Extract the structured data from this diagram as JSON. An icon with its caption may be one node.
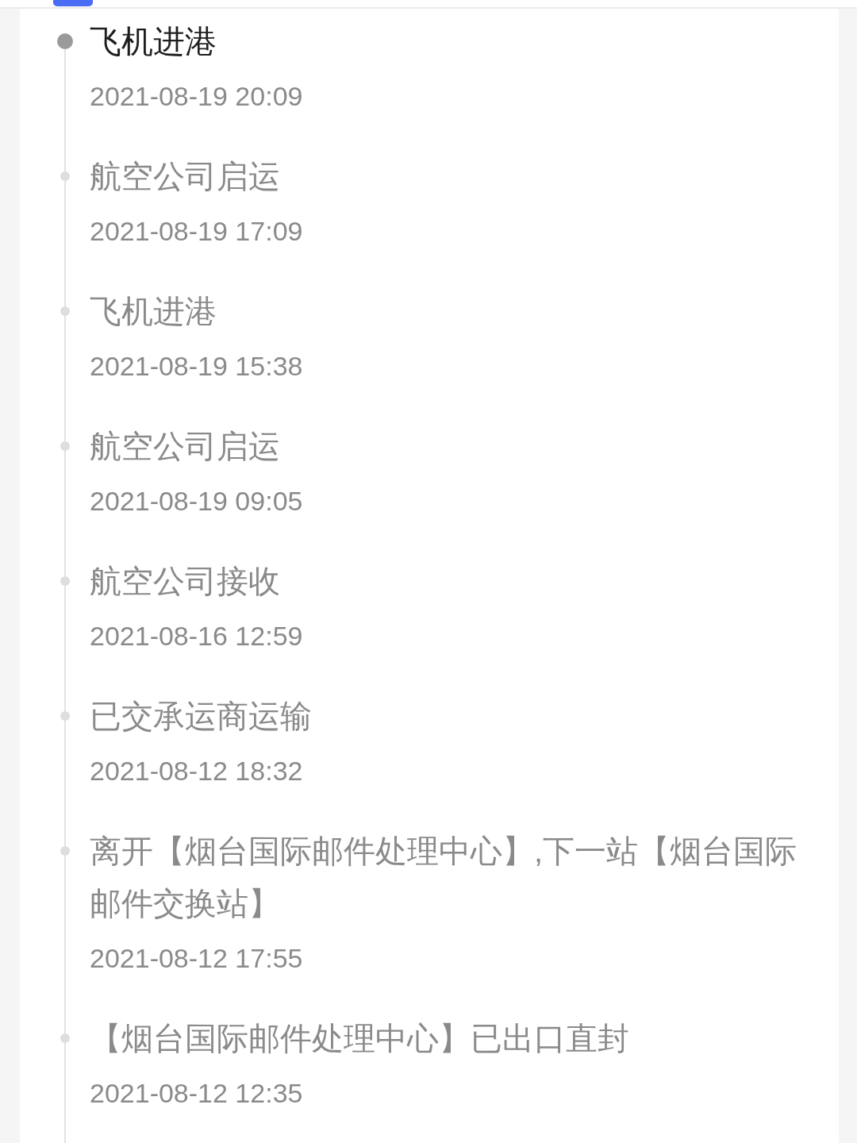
{
  "diagram": {
    "nodes": [
      {
        "text": [],
        "shape": "circle",
        "beside": [
          "飞机进港",
          "2021-08-19 20:09"
        ]
      },
      {
        "text": [],
        "shape": "circle",
        "beside": [
          "航空公司启运",
          "2021-08-19 17:09"
        ]
      },
      {
        "text": [],
        "shape": "circle",
        "beside": [
          "飞机进港",
          "2021-08-19 15:38"
        ]
      },
      {
        "text": [],
        "shape": "circle",
        "beside": [
          "航空公司启运",
          "2021-08-19 09:05"
        ]
      },
      {
        "text": [],
        "shape": "circle",
        "beside": [
          "航空公司接收",
          "2021-08-16 12:59"
        ]
      },
      {
        "text": [],
        "shape": "circle",
        "beside": [
          "已交承运商运输",
          "2021-08-12 18:32"
        ]
      },
      {
        "text": [],
        "shape": "circle",
        "beside": [
          "离开【烟台国际邮件处理中心】,下一站【烟台国际邮件交换站】",
          "2021-08-12 17:55"
        ]
      },
      {
        "text": [],
        "shape": "circle",
        "beside": [
          "【烟台国际邮件处理中心】已出口直封",
          "2021-08-12 12:35"
        ]
      }
    ],
    "edges": [
      {
        "from": 0,
        "to": 1,
        "arrow": "none"
      },
      {
        "from": 1,
        "to": 2,
        "arrow": "none"
      },
      {
        "from": 2,
        "to": 3,
        "arrow": "none"
      },
      {
        "from": 3,
        "to": 4,
        "arrow": "none"
      },
      {
        "from": 4,
        "to": 5,
        "arrow": "none"
      },
      {
        "from": 5,
        "to": 6,
        "arrow": "none"
      },
      {
        "from": 6,
        "to": 7,
        "arrow": "none"
      },
      {
        "from": 7,
        "to": null,
        "arrow": "none"
      }
    ]
  }
}
